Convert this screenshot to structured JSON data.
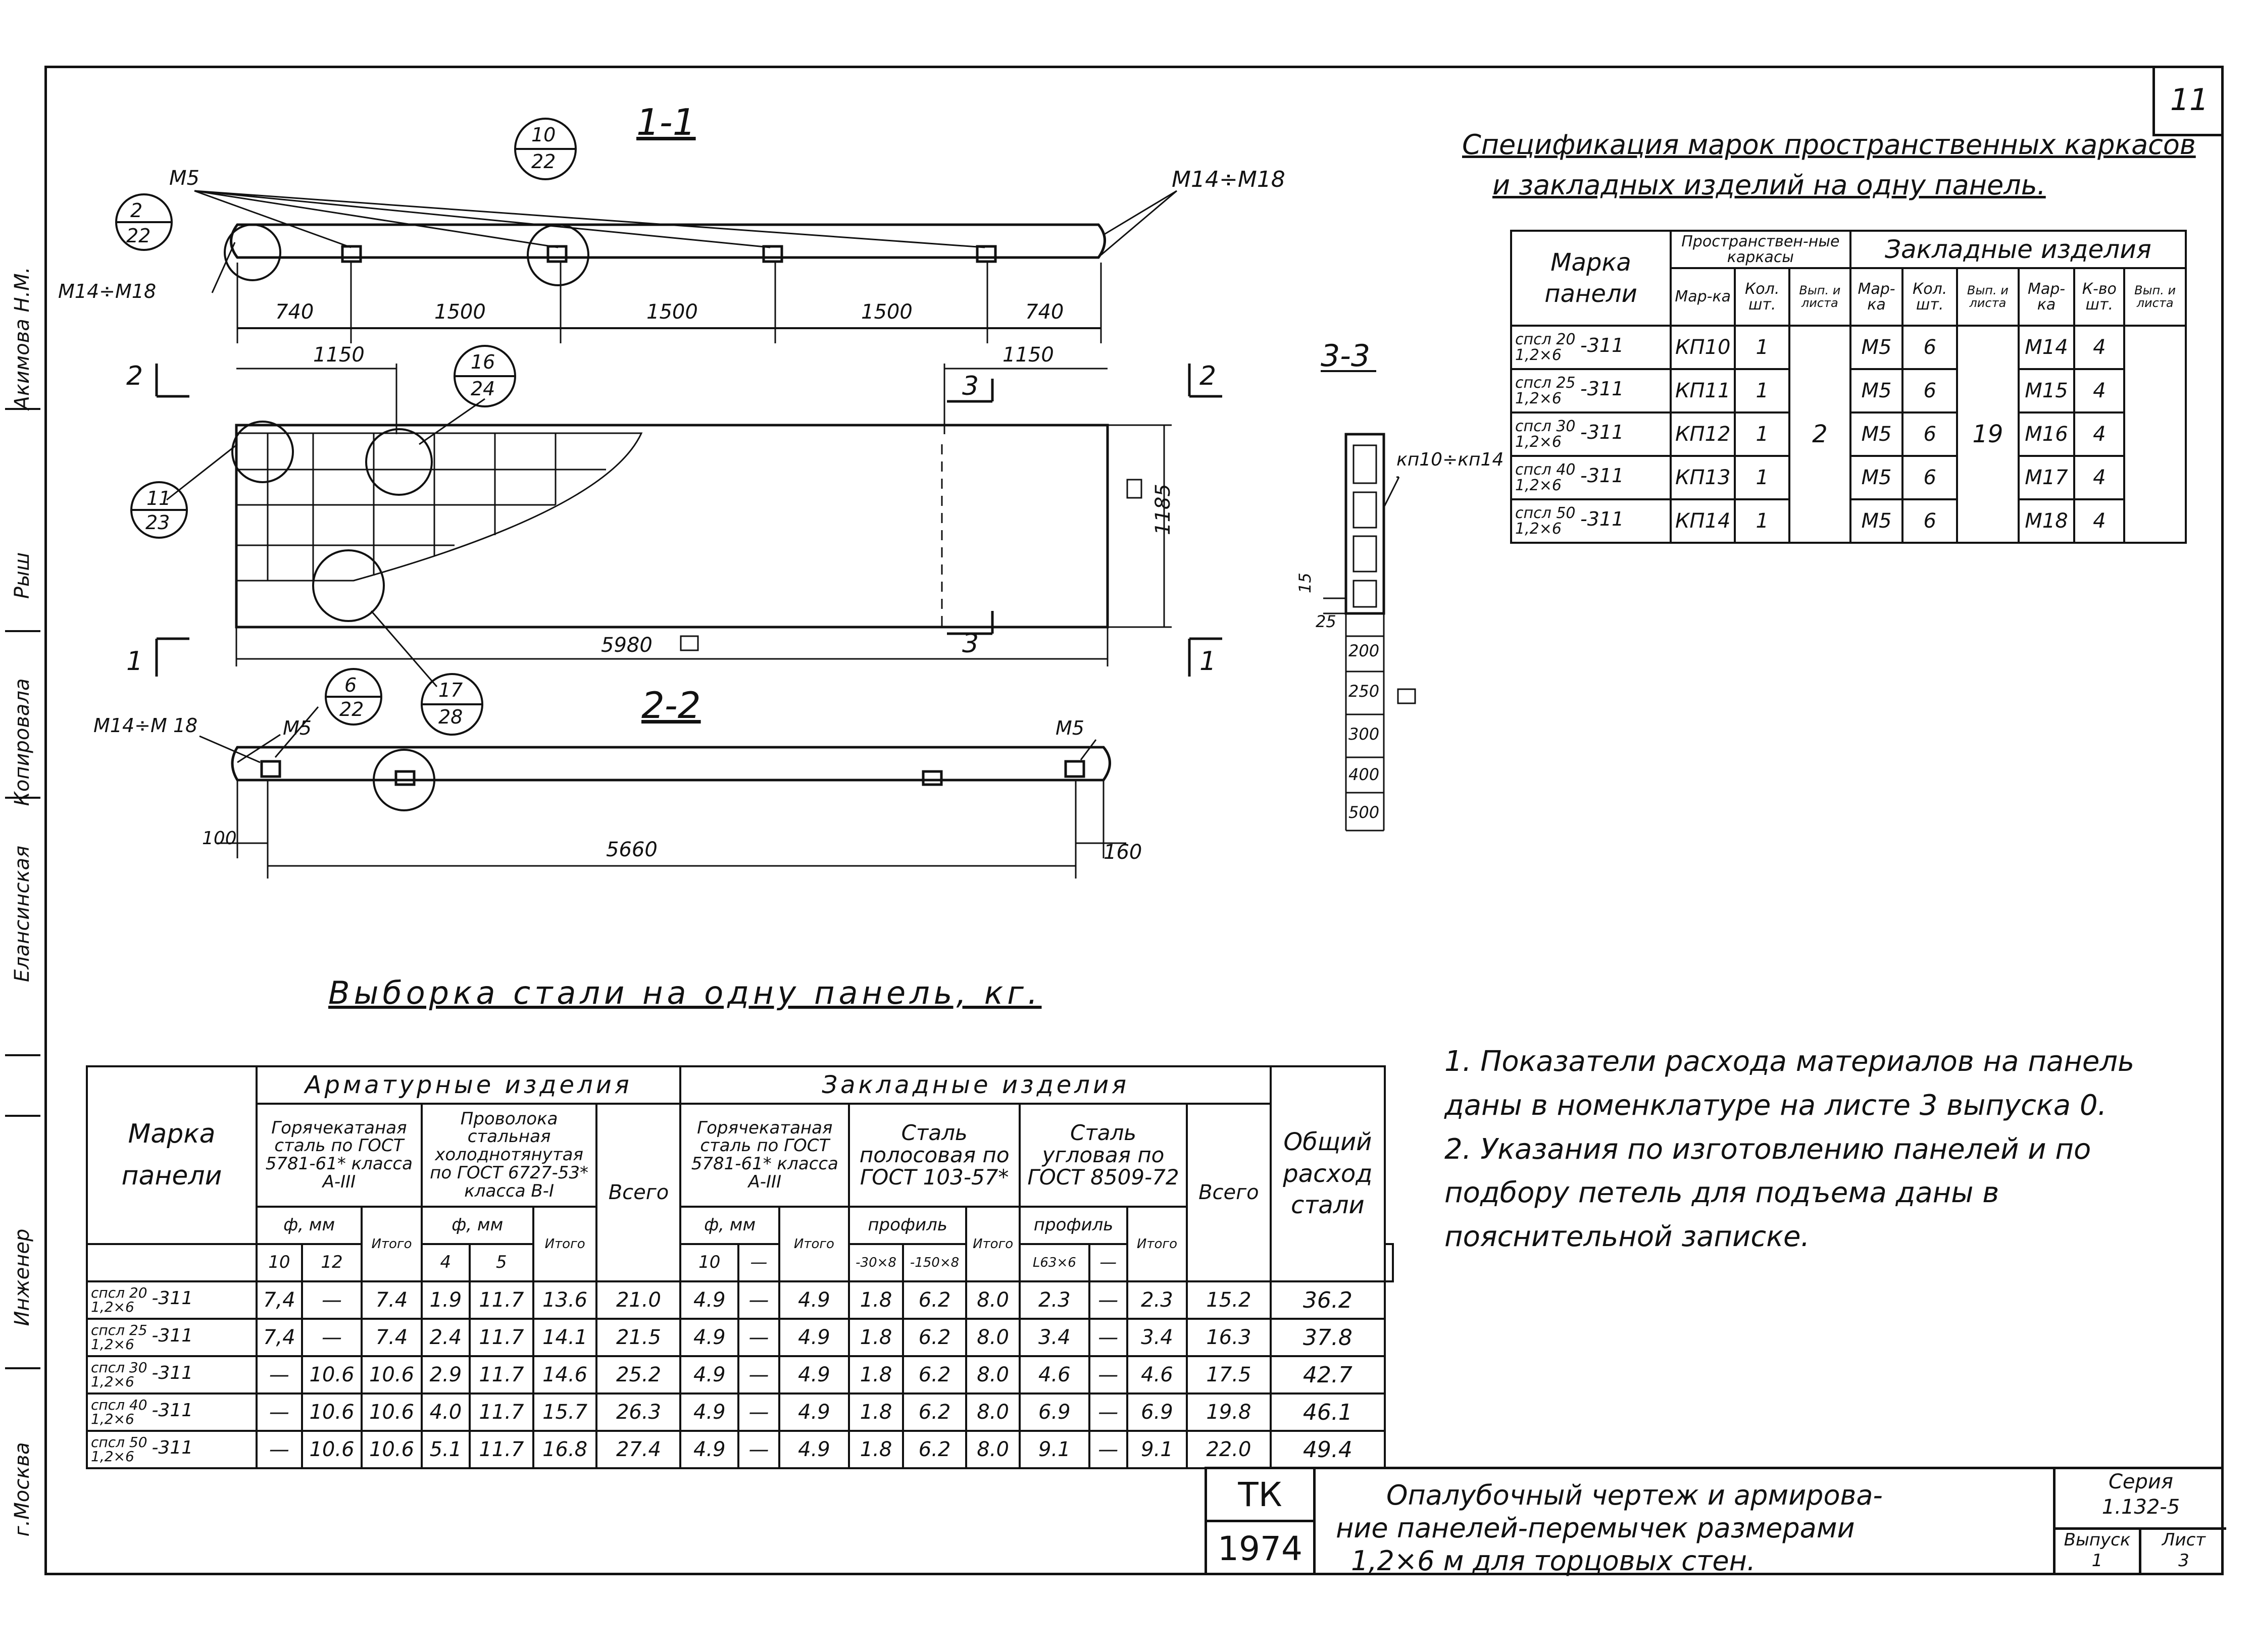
{
  "sheet": {
    "page_number": "11",
    "city": "г.Москва"
  },
  "left_strip": {
    "labels": [
      "Акимова Н.М.",
      "Рыш",
      "Копировала",
      "Елансинская",
      "Инженер",
      "г.Москва"
    ]
  },
  "drawing": {
    "section_1_1": "1-1",
    "section_2_2": "2-2",
    "section_3_3": "3-3",
    "label_m5": "М5",
    "label_m14_m18": "М14÷М18",
    "label_m14_m18_left": "М14÷М18",
    "label_m14_m18_b": "М14÷М 18",
    "label_m5_left": "М5",
    "label_m5_right": "М5",
    "callouts": [
      {
        "top": "2",
        "bottom": "22"
      },
      {
        "top": "10",
        "bottom": "22"
      },
      {
        "top": "16",
        "bottom": "24"
      },
      {
        "top": "11",
        "bottom": "23"
      },
      {
        "top": "6",
        "bottom": "22"
      },
      {
        "top": "17",
        "bottom": "28"
      }
    ],
    "dims_1_1": [
      "740",
      "1500",
      "1500",
      "1500",
      "740"
    ],
    "dim_1150_left": "1150",
    "dim_1150_right": "1150",
    "dim_1185": "1185",
    "dim_5980": "5980",
    "dim_5660": "5660",
    "dim_100": "100",
    "dim_160": "160",
    "cut_2": "2",
    "cut_1": "1",
    "cut_3": "3",
    "kp_label": "кп10÷кп14",
    "sec3_dims": [
      "15",
      "25"
    ],
    "sec3_heights": [
      "200",
      "250",
      "300",
      "400",
      "500"
    ]
  },
  "spec_table": {
    "title_line1": "Спецификация марок пространственных каркасов",
    "title_line2": "и закладных изделий на одну панель.",
    "h_marka": "Марка панели",
    "h_spatial": "Пространствен-ные каркасы",
    "h_embedded": "Закладные изделия",
    "h_mar": "Мар-ка",
    "h_kol": "Кол. шт.",
    "h_vyp": "Вып. и листа",
    "h_kva": "К-во шт.",
    "rows": [
      {
        "m1": "спсл 20",
        "m2": "1,2×6",
        "sfx": "-311",
        "kp": "КП10",
        "n": "1",
        "em": "М5",
        "en": "6",
        "mm": "М14",
        "mn": "4"
      },
      {
        "m1": "спсл 25",
        "m2": "1,2×6",
        "sfx": "-311",
        "kp": "КП11",
        "n": "1",
        "em": "М5",
        "en": "6",
        "mm": "М15",
        "mn": "4"
      },
      {
        "m1": "спсл 30",
        "m2": "1,2×6",
        "sfx": "-311",
        "kp": "КП12",
        "n": "1",
        "em": "М5",
        "en": "6",
        "mm": "М16",
        "mn": "4"
      },
      {
        "m1": "спсл 40",
        "m2": "1,2×6",
        "sfx": "-311",
        "kp": "КП13",
        "n": "1",
        "em": "М5",
        "en": "6",
        "mm": "М17",
        "mn": "4"
      },
      {
        "m1": "спсл 50",
        "m2": "1,2×6",
        "sfx": "-311",
        "kp": "КП14",
        "n": "1",
        "em": "М5",
        "en": "6",
        "mm": "М18",
        "mn": "4"
      }
    ],
    "vyp_a": "2",
    "vyp_b": "19"
  },
  "steel_table": {
    "title": "Выборка стали на одну панель, кг.",
    "h_marka": "Марка панели",
    "h_arm": "Арматурные изделия",
    "h_zakl": "Закладные изделия",
    "h_hot": "Горячекатаная сталь по ГОСТ 5781-61* класса А-III",
    "h_wire": "Проволока стальная холоднотянутая по ГОСТ 6727-53* класса В-I",
    "h_vsego": "Всего",
    "h_hot2": "Горячекатаная сталь по ГОСТ 5781-61* класса А-III",
    "h_strip": "Сталь полосовая по ГОСТ 103-57*",
    "h_angle": "Сталь угловая по ГОСТ 8509-72",
    "h_vsego2": "Всего",
    "h_total": "Общий расход стали",
    "h_phi_mm": "ф, мм",
    "h_itogo": "Итого",
    "h_profile": "профиль",
    "d10": "10",
    "d12": "12",
    "d4": "4",
    "d5": "5",
    "d10b": "10",
    "dash": "—",
    "p1": "-30×8",
    "p2": "-150×8",
    "p3": "L63×6",
    "rows": [
      {
        "m1": "спсл 20",
        "m2": "1,2×6",
        "sfx": "-311",
        "a10": "7,4",
        "a12": "—",
        "ai": "7.4",
        "w4": "1.9",
        "w5": "11.7",
        "wi": "13.6",
        "av": "21.0",
        "z10": "4.9",
        "z0": "—",
        "zi": "4.9",
        "s1": "1.8",
        "s2": "6.2",
        "si": "8.0",
        "g1": "2.3",
        "g2": "—",
        "gi": "2.3",
        "zv": "15.2",
        "tot": "36.2"
      },
      {
        "m1": "спсл 25",
        "m2": "1,2×6",
        "sfx": "-311",
        "a10": "7,4",
        "a12": "—",
        "ai": "7.4",
        "w4": "2.4",
        "w5": "11.7",
        "wi": "14.1",
        "av": "21.5",
        "z10": "4.9",
        "z0": "—",
        "zi": "4.9",
        "s1": "1.8",
        "s2": "6.2",
        "si": "8.0",
        "g1": "3.4",
        "g2": "—",
        "gi": "3.4",
        "zv": "16.3",
        "tot": "37.8"
      },
      {
        "m1": "спсл 30",
        "m2": "1,2×6",
        "sfx": "-311",
        "a10": "—",
        "a12": "10.6",
        "ai": "10.6",
        "w4": "2.9",
        "w5": "11.7",
        "wi": "14.6",
        "av": "25.2",
        "z10": "4.9",
        "z0": "—",
        "zi": "4.9",
        "s1": "1.8",
        "s2": "6.2",
        "si": "8.0",
        "g1": "4.6",
        "g2": "—",
        "gi": "4.6",
        "zv": "17.5",
        "tot": "42.7"
      },
      {
        "m1": "спсл 40",
        "m2": "1,2×6",
        "sfx": "-311",
        "a10": "—",
        "a12": "10.6",
        "ai": "10.6",
        "w4": "4.0",
        "w5": "11.7",
        "wi": "15.7",
        "av": "26.3",
        "z10": "4.9",
        "z0": "—",
        "zi": "4.9",
        "s1": "1.8",
        "s2": "6.2",
        "si": "8.0",
        "g1": "6.9",
        "g2": "—",
        "gi": "6.9",
        "zv": "19.8",
        "tot": "46.1"
      },
      {
        "m1": "спсл 50",
        "m2": "1,2×6",
        "sfx": "-311",
        "a10": "—",
        "a12": "10.6",
        "ai": "10.6",
        "w4": "5.1",
        "w5": "11.7",
        "wi": "16.8",
        "av": "27.4",
        "z10": "4.9",
        "z0": "—",
        "zi": "4.9",
        "s1": "1.8",
        "s2": "6.2",
        "si": "8.0",
        "g1": "9.1",
        "g2": "—",
        "gi": "9.1",
        "zv": "22.0",
        "tot": "49.4"
      }
    ]
  },
  "notes": [
    "1. Показатели расхода материалов на панель даны в номенклатуре на листе 3 выпуска 0.",
    "2. Указания по изготовлению панелей и по подбору петель для подъема даны в пояснительной записке."
  ],
  "title_block": {
    "code": "ТК",
    "year": "1974",
    "title_l1": "Опалубочный чертеж и армирова-",
    "title_l2": "ние панелей-перемычек размерами",
    "title_l3": "1,2×6 м для торцовых стен.",
    "series_label": "Серия",
    "series_value": "1.132-5",
    "issue_label": "Выпуск",
    "issue_value": "1",
    "sheet_label": "Лист",
    "sheet_value": "3"
  }
}
